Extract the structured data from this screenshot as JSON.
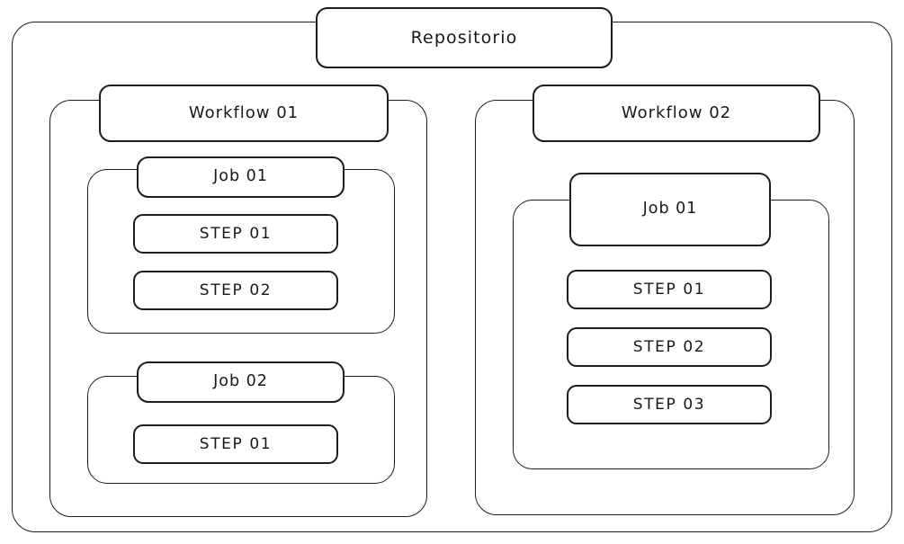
{
  "diagram": {
    "title": "Repositorio",
    "root": {
      "label": "Repositorio",
      "kind": "repository"
    },
    "workflows": [
      {
        "label": "Workflow 01",
        "jobs": [
          {
            "label": "Job 01",
            "steps": [
              {
                "label": "STEP 01"
              },
              {
                "label": "STEP 02"
              }
            ]
          },
          {
            "label": "Job 02",
            "steps": [
              {
                "label": "STEP 01"
              }
            ]
          }
        ]
      },
      {
        "label": "Workflow 02",
        "jobs": [
          {
            "label": "Job 01",
            "steps": [
              {
                "label": "STEP 01"
              },
              {
                "label": "STEP 02"
              },
              {
                "label": "STEP 03"
              }
            ]
          }
        ]
      }
    ]
  },
  "style": {
    "stroke_color": "#1d1d1d",
    "text_color": "#17181a",
    "background": "#ffffff"
  }
}
